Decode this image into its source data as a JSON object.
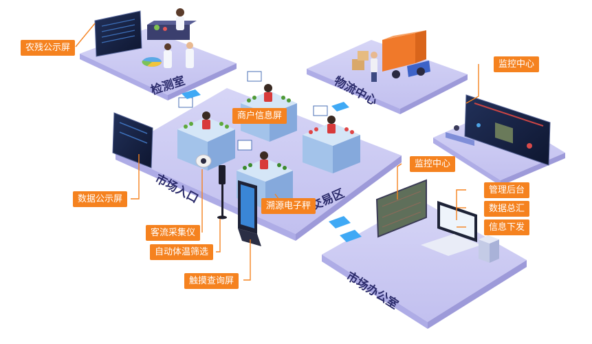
{
  "zones": {
    "lab": "检测室",
    "logistics": "物流中心",
    "entrance": "市场入口",
    "trade": "交易区",
    "office": "市场办公室"
  },
  "labels": {
    "residue_screen": "农残公示屏",
    "monitor_center_1": "监控中心",
    "merchant_screen": "商户信息屏",
    "data_screen": "数据公示屏",
    "monitor_center_2": "监控中心",
    "mgmt_backend": "管理后台",
    "data_summary": "数据总汇",
    "info_dispatch": "信息下发",
    "trace_scale": "溯源电子秤",
    "traffic_counter": "客流采集仪",
    "temp_screening": "自动体温筛选",
    "touch_screen": "触摸查询屏"
  },
  "colors": {
    "platform": "#c9c8f2",
    "platform_edge": "#9a97e0",
    "booth": "#a9c9ec",
    "label_bg": "#f5821f",
    "leader_line": "#f5821f",
    "zone_text": "#2b2b6b"
  },
  "icons": [
    "monitor-wall-icon",
    "lab-scientists-icon",
    "pie-chart-icon",
    "delivery-truck-icon",
    "parcel-boxes-icon",
    "vendor-booth-icon",
    "camera-icon",
    "thermometer-kiosk-icon",
    "touch-kiosk-icon",
    "server-icon",
    "desktop-monitor-icon",
    "tablet-icon"
  ]
}
